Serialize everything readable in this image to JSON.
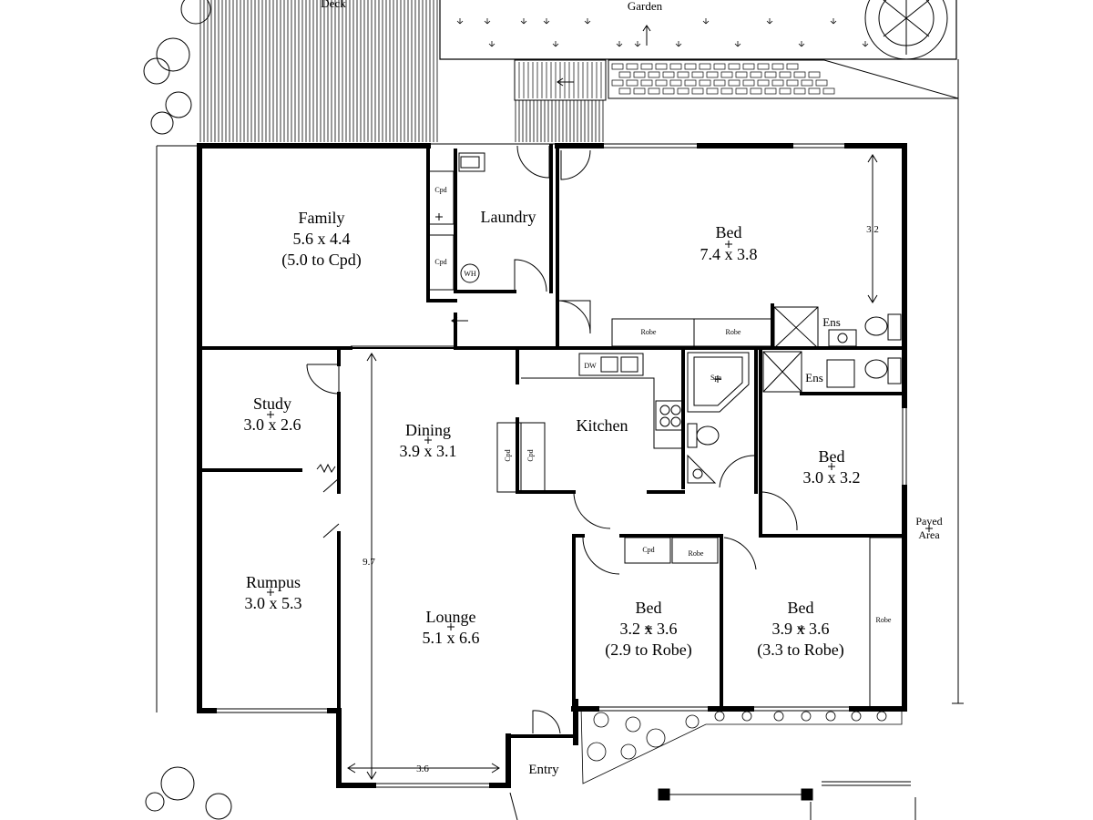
{
  "outdoor": {
    "deck": "Deck",
    "garden": "Garden",
    "paved_area": [
      "Paved",
      "Area"
    ]
  },
  "rooms": {
    "family": {
      "name": "Family",
      "dims": "5.6 x 4.4",
      "note": "(5.0 to Cpd)"
    },
    "laundry": {
      "name": "Laundry"
    },
    "master_bed": {
      "name": "Bed",
      "dims": "7.4 x 3.8"
    },
    "study": {
      "name": "Study",
      "dims": "3.0 x 2.6"
    },
    "dining": {
      "name": "Dining",
      "dims": "3.9 x 3.1"
    },
    "kitchen": {
      "name": "Kitchen"
    },
    "bed_east": {
      "name": "Bed",
      "dims": "3.0 x 3.2"
    },
    "rumpus": {
      "name": "Rumpus",
      "dims": "3.0 x 5.3"
    },
    "lounge": {
      "name": "Lounge",
      "dims": "5.1 x 6.6"
    },
    "bed_mid": {
      "name": "Bed",
      "dims": "3.2 x 3.6",
      "note": "(2.9 to Robe)"
    },
    "bed_se": {
      "name": "Bed",
      "dims": "3.9 x 3.6",
      "note": "(3.3 to Robe)"
    },
    "entry": {
      "name": "Entry"
    }
  },
  "fixtures": {
    "cpd": "Cpd",
    "robe": "Robe",
    "ens": "Ens",
    "wh": "WH",
    "dw": "DW",
    "spa": "Spa"
  },
  "dimensions": {
    "master_height": "3.2",
    "lounge_height": "9.7",
    "lounge_width": "3.6"
  }
}
